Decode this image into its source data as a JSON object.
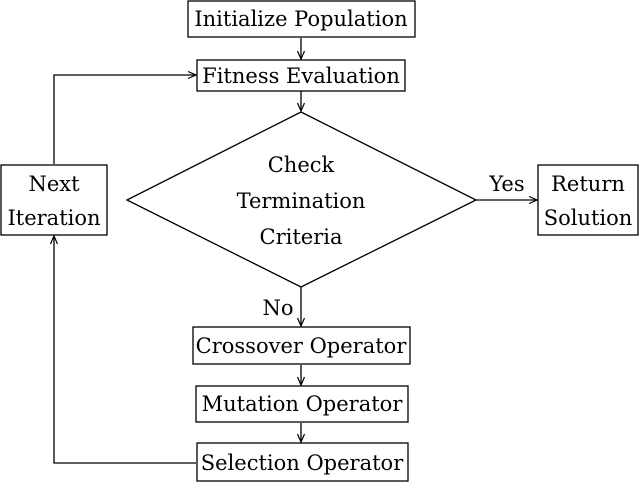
{
  "nodes": {
    "init": {
      "label": "Initialize Population"
    },
    "fitness": {
      "label": "Fitness Evaluation"
    },
    "check": {
      "line1": "Check",
      "line2": "Termination",
      "line3": "Criteria"
    },
    "return_solution": {
      "line1": "Return",
      "line2": "Solution"
    },
    "next_iteration": {
      "line1": "Next",
      "line2": "Iteration"
    },
    "crossover": {
      "label": "Crossover Operator"
    },
    "mutation": {
      "label": "Mutation Operator"
    },
    "selection": {
      "label": "Selection Operator"
    }
  },
  "edges": {
    "yes_label": "Yes",
    "no_label": "No"
  }
}
